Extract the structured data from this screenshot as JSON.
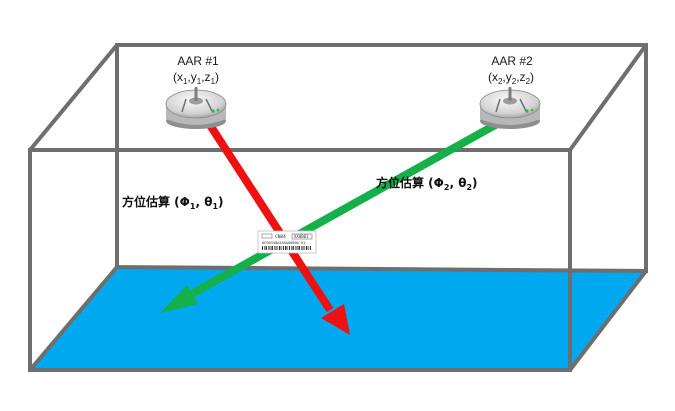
{
  "readers": [
    {
      "label": "AAR #1",
      "coord": {
        "open": "(x",
        "s1": "1",
        "c1": ",y",
        "s2": "1",
        "c2": ",z",
        "s3": "1",
        "close": ")"
      }
    },
    {
      "label": "AAR #2",
      "coord": {
        "open": "(x",
        "s1": "2",
        "c1": ",y",
        "s2": "2",
        "c2": ",z",
        "s3": "2",
        "close": ")"
      }
    }
  ],
  "estimates": [
    {
      "text": "方位估算 (Φ",
      "sub1": "1",
      "mid": ", θ",
      "sub2": "1",
      "close": ")"
    },
    {
      "text": "方位估算 (Φ",
      "sub1": "2",
      "mid": ", θ",
      "sub2": "2",
      "close": ")"
    }
  ],
  "tag": {
    "top_left": "CN04",
    "top_right": "XX0B01",
    "code": "0F00348A4A6A00000 01"
  },
  "colors": {
    "floor": "#00a8f0",
    "frame": "#6e6e6e",
    "bearing_1": "#ee1111",
    "bearing_2": "#15b04a"
  }
}
